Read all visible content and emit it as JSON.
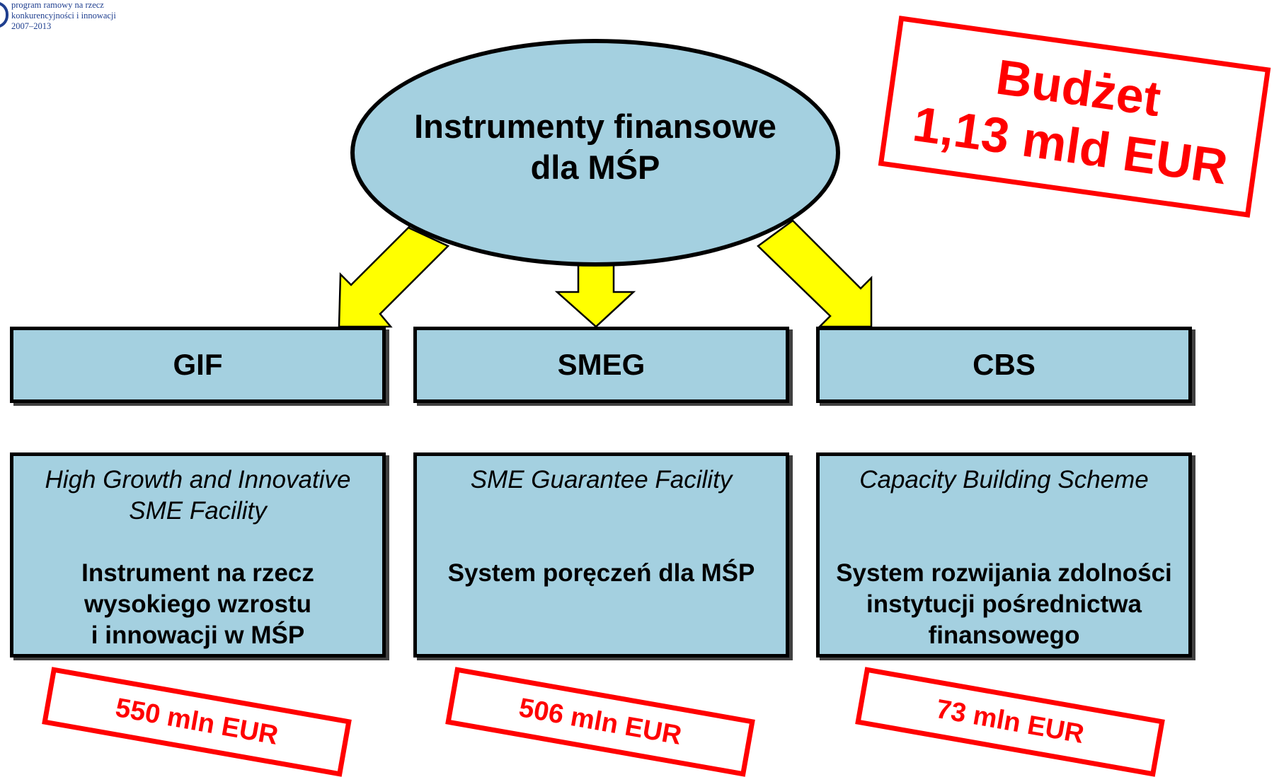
{
  "logo": {
    "lines": [
      "program ramowy na rzecz",
      "konkurencyjności i innowacji",
      "2007–2013"
    ]
  },
  "center": {
    "line1": "Instrumenty finansowe",
    "line2": "dla MŚP"
  },
  "budget": {
    "line1": "Budżet",
    "line2": "1,13 mld EUR"
  },
  "instruments": [
    {
      "code": "GIF",
      "english": [
        "High Growth and Innovative",
        "SME Facility"
      ],
      "polish": [
        "Instrument na rzecz",
        "wysokiego wzrostu",
        "i innowacji w MŚP"
      ],
      "amount": "550 mln EUR"
    },
    {
      "code": "SMEG",
      "english": [
        "SME Guarantee Facility"
      ],
      "polish": [
        "System poręczeń dla MŚP"
      ],
      "amount": "506 mln EUR"
    },
    {
      "code": "CBS",
      "english": [
        "Capacity Building Scheme"
      ],
      "polish": [
        "System rozwijania zdolności",
        "instytucji pośrednictwa",
        "finansowego"
      ],
      "amount": "73 mln EUR"
    }
  ],
  "colors": {
    "box_fill": "#a4d0e0",
    "arrow_fill": "#ffff00",
    "stamp_red": "#ff0000",
    "logo_blue": "#1f3f8f"
  }
}
